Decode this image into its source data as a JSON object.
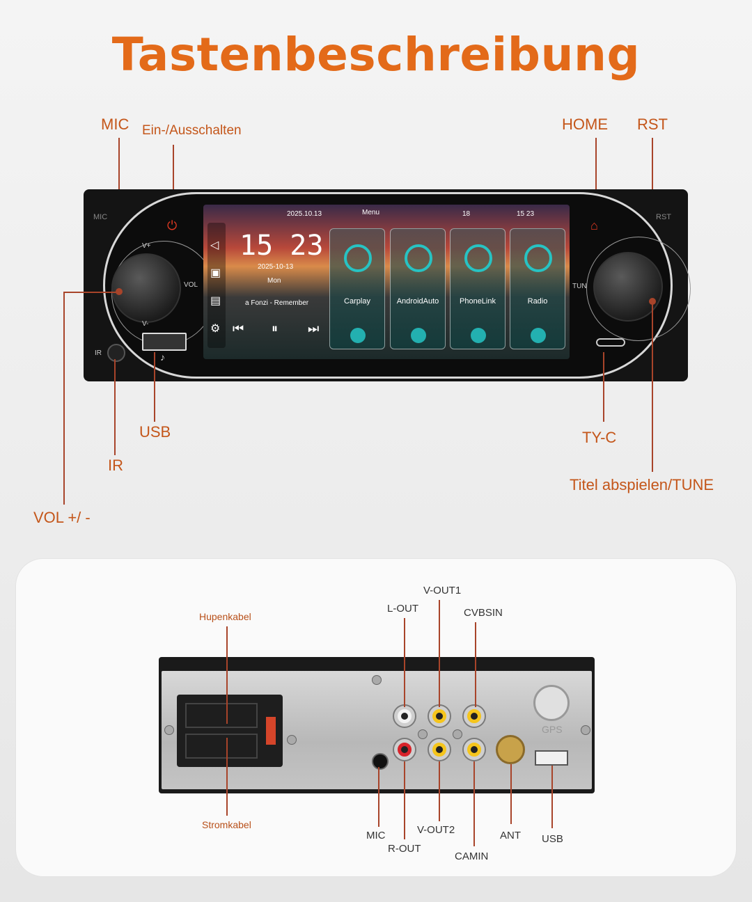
{
  "title": "Tastenbeschreibung",
  "front_labels": {
    "mic": "MIC",
    "power": "Ein-/Ausschalten",
    "home": "HOME",
    "rst": "RST",
    "usb": "USB",
    "ir": "IR",
    "vol": "VOL +/ -",
    "tyc": "TY-C",
    "tune": "Titel abspielen/TUNE"
  },
  "unit_text": {
    "mic": "MIC",
    "rst": "RST",
    "ir": "IR",
    "vol": "VOL",
    "vplus": "V+",
    "vminus": "V-",
    "tun": "TUN"
  },
  "screen": {
    "date_top": "2025.10.13",
    "menu": "Menu",
    "volume": "18",
    "clock_small": "15 23",
    "clock_big": "15 23",
    "date": "2025-10-13",
    "day": "Mon",
    "song": "a Fonzi - Remember",
    "apps": [
      {
        "label": "Carplay"
      },
      {
        "label": "AndroidAuto"
      },
      {
        "label": "PhoneLink"
      },
      {
        "label": "Radio"
      }
    ]
  },
  "rear_labels": {
    "hupenkabel": "Hupenkabel",
    "stromkabel": "Stromkabel",
    "lout": "L-OUT",
    "vout1": "V-OUT1",
    "cvbsin": "CVBSIN",
    "mic": "MIC",
    "rout": "R-OUT",
    "vout2": "V-OUT2",
    "camin": "CAMIN",
    "ant": "ANT",
    "usb": "USB",
    "gps": "GPS"
  },
  "colors": {
    "accent": "#e36a19",
    "label": "#c4561a",
    "rca_red": "#d8232a",
    "rca_white": "#f2f2f2",
    "rca_yellow": "#f5c51c"
  }
}
